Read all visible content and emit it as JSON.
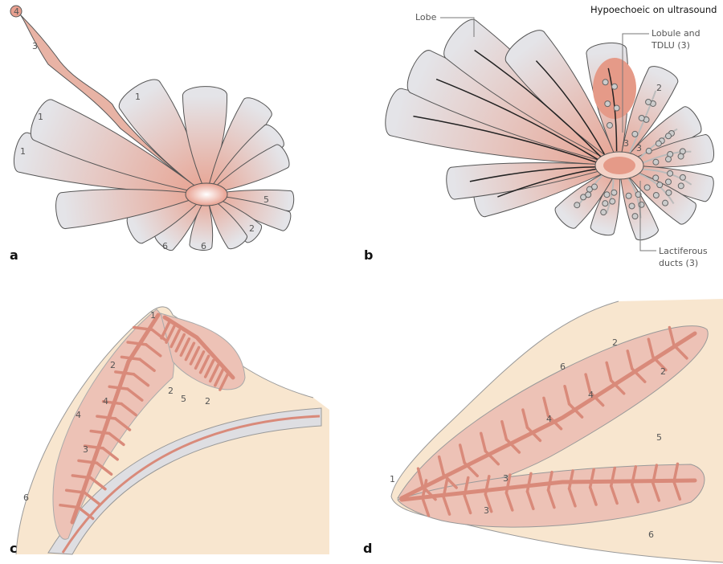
{
  "header": "Hypoechoeic on ultrasound",
  "panel_a": {
    "letter": "a",
    "labels": [
      "4",
      "3",
      "1",
      "1",
      "1",
      "5",
      "2",
      "6",
      "6"
    ]
  },
  "panel_b": {
    "letter": "b",
    "lobe": "Lobe",
    "lobule_1": "Lobule and",
    "lobule_2": "TDLU (3)",
    "ducts_1": "Lactiferous",
    "ducts_2": "ducts (3)",
    "labels": [
      "2",
      "3",
      "3"
    ]
  },
  "panel_c": {
    "letter": "c",
    "labels": [
      "1",
      "2",
      "4",
      "4",
      "3",
      "2",
      "5",
      "2",
      "6"
    ]
  },
  "panel_d": {
    "letter": "d",
    "labels": [
      "2",
      "6",
      "2",
      "4",
      "4",
      "5",
      "3",
      "3",
      "1",
      "6"
    ]
  },
  "colors": {
    "tissue": "#e8a18f",
    "pale": "#e4e4e8",
    "duct": "#d98a7a",
    "fat": "#f8e6cf"
  }
}
